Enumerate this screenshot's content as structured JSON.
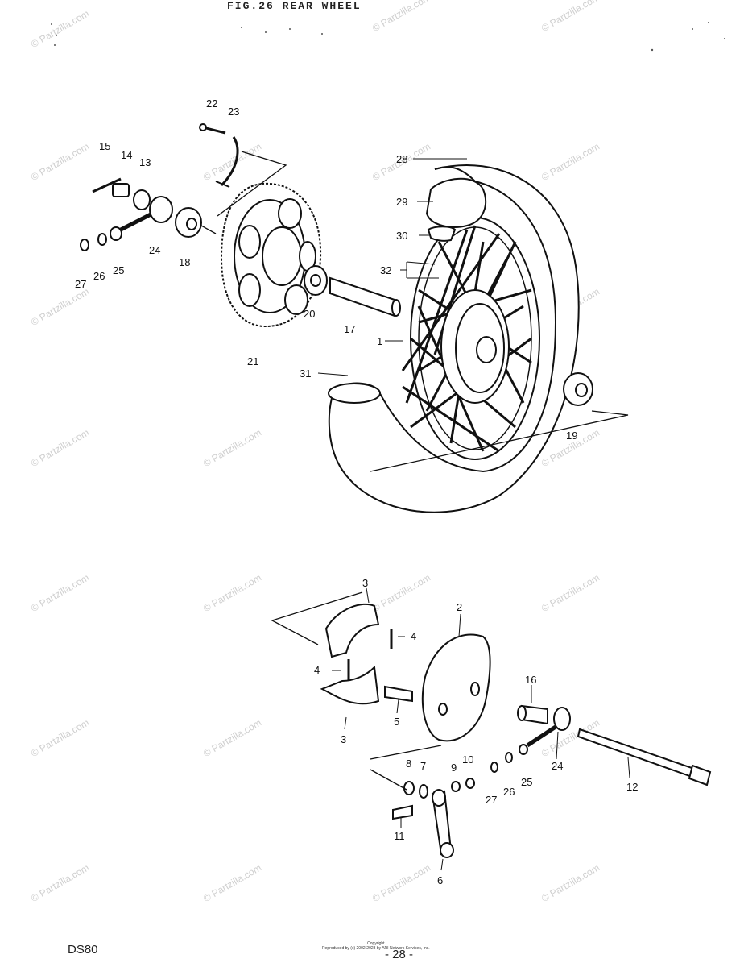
{
  "header": {
    "title": "FIG.26  REAR WHEEL"
  },
  "footer": {
    "model_code": "DS80",
    "page_number": "- 28 -",
    "copyright_line1": "Copyright",
    "copyright_line2": "Reproduced by (c) 2002-2023 by ARI Network Services, Inc."
  },
  "watermark": {
    "text": "© Partzilla.com"
  },
  "callouts": {
    "p1": "1",
    "p2": "2",
    "p3a": "3",
    "p3b": "3",
    "p4a": "4",
    "p4b": "4",
    "p5": "5",
    "p6": "6",
    "p7": "7",
    "p8": "8",
    "p9": "9",
    "p10": "10",
    "p11": "11",
    "p12": "12",
    "p13": "13",
    "p14": "14",
    "p15": "15",
    "p16": "16",
    "p17": "17",
    "p18": "18",
    "p19": "19",
    "p20": "20",
    "p21": "21",
    "p22": "22",
    "p23": "23",
    "p24a": "24",
    "p24b": "24",
    "p25a": "25",
    "p25b": "25",
    "p26a": "26",
    "p26b": "26",
    "p27a": "27",
    "p27b": "27",
    "p28": "28",
    "p29": "29",
    "p30": "30",
    "p31": "31",
    "p32": "32"
  }
}
